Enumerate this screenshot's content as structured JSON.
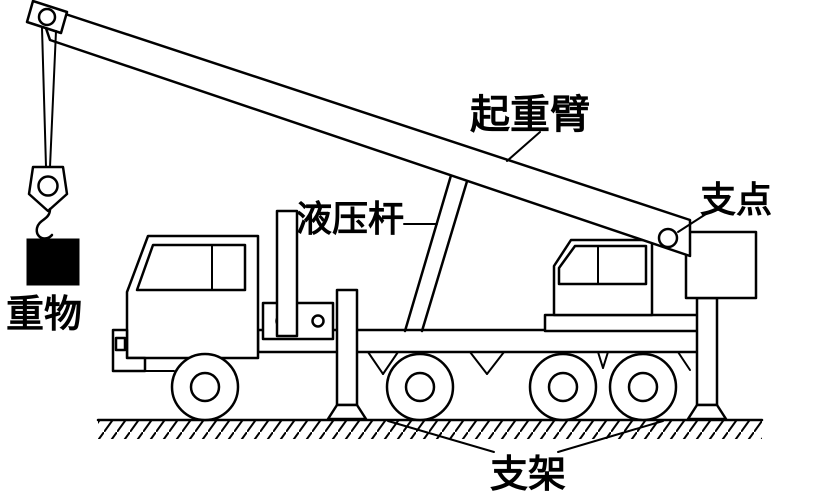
{
  "diagram": {
    "title_hint": "truck-crane lever diagram",
    "background_color": "#ffffff",
    "stroke_color": "#000000",
    "labels": {
      "boom": "起重臂",
      "pivot": "支点",
      "hydraulic_rod": "液压杆",
      "weight": "重物",
      "support": "支架"
    }
  }
}
